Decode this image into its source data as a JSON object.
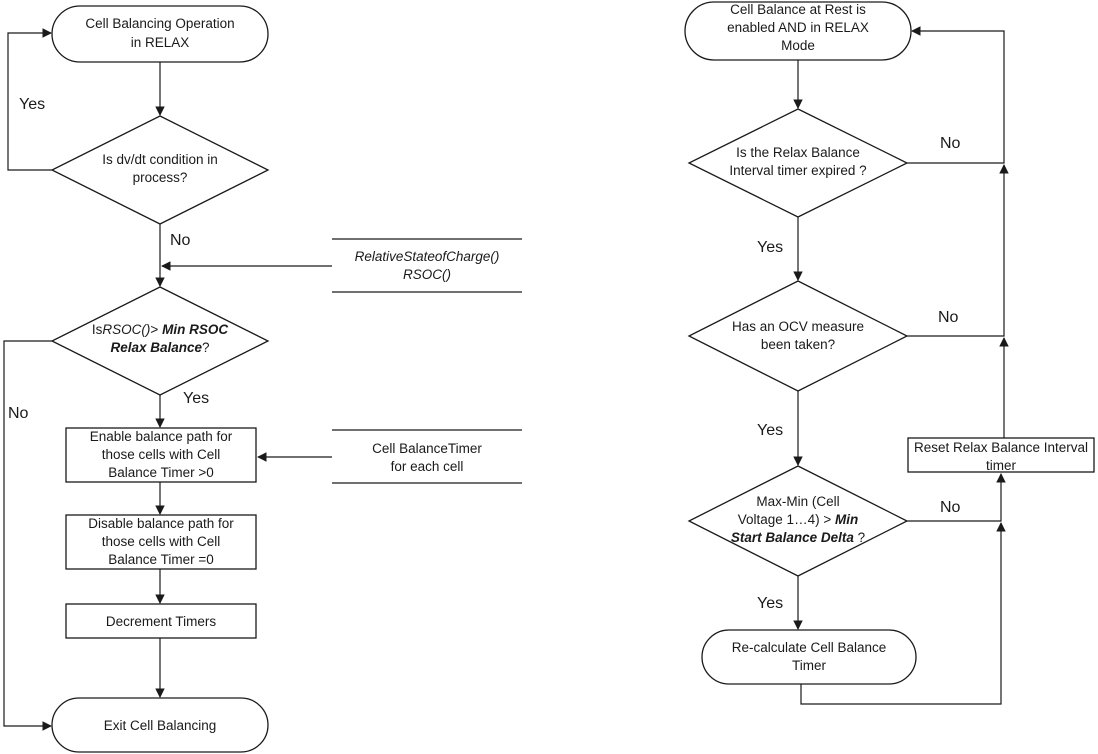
{
  "left": {
    "start": [
      "Cell Balancing Operation",
      "in RELAX"
    ],
    "decision_dvdt": [
      "Is dv/dt condition in",
      "process?"
    ],
    "decision_rsoc": {
      "line1_prefix": "Is",
      "line1_func": "RSOC()",
      "line1_op": ">",
      "line1_param": "Min RSOC",
      "line2_param": "Relax Balance",
      "line2_suffix": "?"
    },
    "enable_box": [
      "Enable balance path for",
      "those cells with  Cell",
      "Balance Timer  >0"
    ],
    "disable_box": [
      "Disable balance path for",
      "those cells with  Cell",
      "Balance Timer  =0"
    ],
    "decrement_box": "Decrement Timers",
    "exit": "Exit Cell Balancing",
    "input_rsoc": [
      "RelativeStateofCharge()",
      "RSOC()"
    ],
    "input_timer": [
      "Cell BalanceTimer",
      "for each cell"
    ],
    "labels": {
      "yes_loop": "Yes",
      "no_down": "No",
      "no_left": "No",
      "yes_down": "Yes"
    }
  },
  "right": {
    "start": [
      "Cell Balance at Rest is",
      "enabled AND in RELAX",
      "Mode"
    ],
    "decision_interval": [
      "Is the Relax Balance",
      "Interval timer expired ?"
    ],
    "decision_ocv": [
      "Has an OCV measure",
      "been taken?"
    ],
    "decision_delta": {
      "line1": "Max-Min (Cell",
      "line2_text": "Voltage 1…4) > ",
      "line2_param": "Min",
      "line3_param": "Start Balance Delta",
      "line3_suffix": " ?"
    },
    "recalc": [
      "Re-calculate Cell Balance",
      "Timer"
    ],
    "reset_box": [
      "Reset Relax Balance Interval",
      "timer"
    ],
    "labels": {
      "no1": "No",
      "yes1": "Yes",
      "no2": "No",
      "yes2": "Yes",
      "no3": "No",
      "yes3": "Yes"
    }
  }
}
